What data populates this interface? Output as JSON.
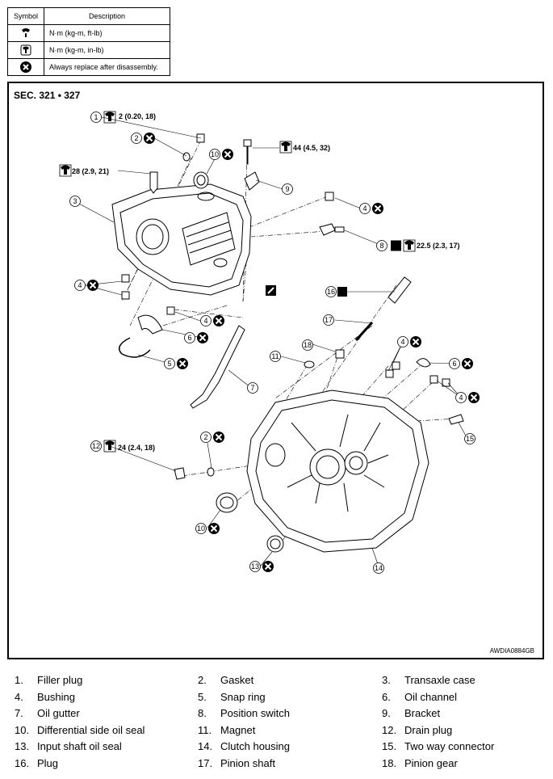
{
  "symbol_table": {
    "header_symbol": "Symbol",
    "header_description": "Description",
    "rows": [
      {
        "icon": "torque-wrench-icon",
        "description": "N·m (kg-m, ft-lb)"
      },
      {
        "icon": "torque-wrench-small-icon",
        "description": "N·m (kg-m, in-lb)"
      },
      {
        "icon": "replace-icon",
        "description": "Always replace after disassembly."
      }
    ]
  },
  "diagram": {
    "section": "SEC. 321 • 327",
    "figure_code": "AWDIA0884GB",
    "callouts": {
      "c1_torque": "2 (0.20, 18)",
      "c28_torque": "28 (2.9, 21)",
      "c44_torque": "44 (4.5, 32)",
      "c8_torque": "22.5 (2.3, 17)",
      "c12_torque": "24 (2.4, 18)"
    },
    "numbers": [
      "1",
      "2",
      "3",
      "4",
      "5",
      "6",
      "7",
      "8",
      "9",
      "10",
      "11",
      "12",
      "13",
      "14",
      "15",
      "16",
      "17",
      "18"
    ]
  },
  "legend": [
    {
      "num": "1.",
      "label": "Filler plug"
    },
    {
      "num": "2.",
      "label": "Gasket"
    },
    {
      "num": "3.",
      "label": "Transaxle case"
    },
    {
      "num": "4.",
      "label": "Bushing"
    },
    {
      "num": "5.",
      "label": "Snap ring"
    },
    {
      "num": "6.",
      "label": "Oil channel"
    },
    {
      "num": "7.",
      "label": "Oil gutter"
    },
    {
      "num": "8.",
      "label": "Position switch"
    },
    {
      "num": "9.",
      "label": "Bracket"
    },
    {
      "num": "10.",
      "label": "Differential side oil seal"
    },
    {
      "num": "11.",
      "label": "Magnet"
    },
    {
      "num": "12.",
      "label": "Drain plug"
    },
    {
      "num": "13.",
      "label": "Input shaft oil seal"
    },
    {
      "num": "14.",
      "label": "Clutch housing"
    },
    {
      "num": "15.",
      "label": "Two way connector"
    },
    {
      "num": "16.",
      "label": "Plug"
    },
    {
      "num": "17.",
      "label": "Pinion shaft"
    },
    {
      "num": "18.",
      "label": "Pinion gear"
    }
  ]
}
